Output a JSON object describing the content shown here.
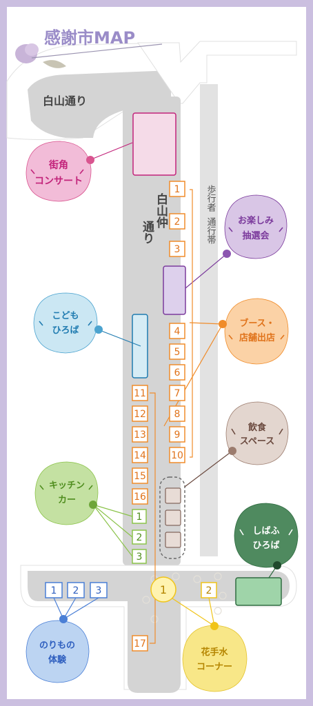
{
  "title": "感謝市MAP",
  "streets": {
    "main": "白山通り",
    "naka_line1": "白山仲",
    "naka_line2": "通り",
    "pedestrian_line1": "歩行者",
    "pedestrian_line2": "通行帯"
  },
  "areas": [
    {
      "id": "street-concert",
      "line1": "街角",
      "line2": "コンサート",
      "color": "#e6a4c8",
      "text": "#c2237a"
    },
    {
      "id": "lottery",
      "line1": "お楽しみ",
      "line2": "抽選会",
      "color": "#c2a6d6",
      "text": "#7b3a9c"
    },
    {
      "id": "kids-plaza",
      "line1": "こども",
      "line2": "ひろば",
      "color": "#b9dfee",
      "text": "#1f7bb0"
    },
    {
      "id": "booth",
      "line1": "ブース・",
      "line2": "店舗出店",
      "color": "#f8c18a",
      "text": "#e0731b"
    },
    {
      "id": "food-space",
      "line1": "飲食",
      "line2": "スペース",
      "color": "#d8c6bc",
      "text": "#6b4a3f"
    },
    {
      "id": "kitchen-car",
      "line1": "キッチン",
      "line2": "カー",
      "color": "#b2d68c",
      "text": "#4f8d1e"
    },
    {
      "id": "shibafu-plaza",
      "line1": "しばふ",
      "line2": "ひろば",
      "color": "#3f7d52",
      "text": "#ffffff"
    },
    {
      "id": "vehicle-experience",
      "line1": "のりもの",
      "line2": "体験",
      "color": "#a9c7ef",
      "text": "#2f5fbf"
    },
    {
      "id": "flower-water",
      "line1": "花手水",
      "line2": "コーナー",
      "color": "#f7e27a",
      "text": "#b58500"
    }
  ],
  "booth_numbers_right": [
    "1",
    "2",
    "3",
    "4",
    "5",
    "6",
    "7",
    "8",
    "9",
    "10"
  ],
  "booth_numbers_left": [
    "11",
    "12",
    "13",
    "14",
    "15",
    "16",
    "17"
  ],
  "kitchen_numbers": [
    "1",
    "2",
    "3"
  ],
  "vehicle_numbers": [
    "1",
    "2",
    "3"
  ],
  "flower_numbers": [
    "1",
    "2"
  ],
  "colors": {
    "border": "#cbbfe0",
    "road": "#d4d4d4",
    "booth": "#f08c2a",
    "kitchen": "#8bc34a",
    "vehicle": "#4a7fd6",
    "flower": "#f0c419"
  }
}
